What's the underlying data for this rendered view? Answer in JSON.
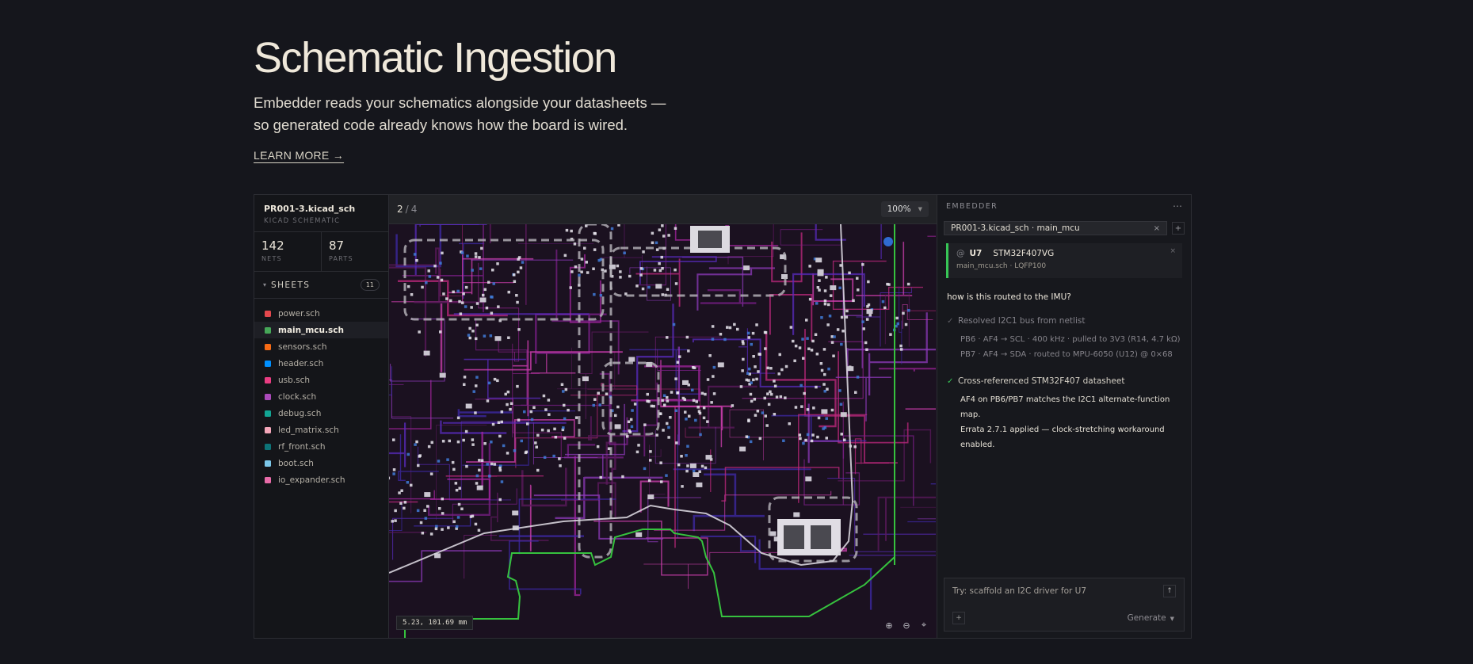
{
  "hero": {
    "title": "Schematic Ingestion",
    "subtitle_line1": "Embedder reads your schematics alongside your datasheets —",
    "subtitle_line2": "so generated code already knows how the board is wired.",
    "learn_more": "LEARN MORE →"
  },
  "file": {
    "name": "PR001-3.kicad_sch",
    "type": "KICAD SCHEMATIC",
    "nets_value": "142",
    "nets_label": "NETS",
    "parts_value": "87",
    "parts_label": "PARTS"
  },
  "sheets": {
    "title": "SHEETS",
    "count": "11",
    "items": [
      {
        "name": "power.sch",
        "color": "#e5484d"
      },
      {
        "name": "main_mcu.sch",
        "color": "#46a758",
        "active": true
      },
      {
        "name": "sensors.sch",
        "color": "#f76b15"
      },
      {
        "name": "header.sch",
        "color": "#0090ff"
      },
      {
        "name": "usb.sch",
        "color": "#e93d82"
      },
      {
        "name": "clock.sch",
        "color": "#ab4aba"
      },
      {
        "name": "debug.sch",
        "color": "#12a594"
      },
      {
        "name": "led_matrix.sch",
        "color": "#f4a7b9"
      },
      {
        "name": "rf_front.sch",
        "color": "#0d7377"
      },
      {
        "name": "boot.sch",
        "color": "#7cc7e8"
      },
      {
        "name": "io_expander.sch",
        "color": "#e86ba8"
      }
    ]
  },
  "viewer": {
    "page": "2",
    "total": "4",
    "zoom": "100%",
    "coords": "5.23, 101.69 mm"
  },
  "embedder": {
    "title": "EMBEDDER",
    "context": "PR001-3.kicad_sch · main_mcu",
    "chip": {
      "at": "@",
      "ref": "U7",
      "part": "STM32F407VG",
      "sub": "main_mcu.sch · LQFP100"
    },
    "question": "how is this routed to the IMU?",
    "step1": {
      "check": "✓",
      "title": "Resolved I2C1 bus from netlist",
      "lines": [
        "PB6 · AF4 → SCL · 400 kHz · pulled to 3V3 (R14, 4.7 kΩ)",
        "PB7 · AF4 → SDA · routed to MPU-6050 (U12) @ 0×68"
      ]
    },
    "step2": {
      "check": "✓",
      "title": "Cross-referenced STM32F407 datasheet",
      "lines": [
        "AF4 on PB6/PB7 matches the I2C1 alternate-function map.",
        "Errata 2.7.1 applied — clock-stretching workaround enabled."
      ]
    },
    "composer_placeholder": "Try: scaffold an I2C driver for U7",
    "generate": "Generate"
  },
  "colors": {
    "accent_green": "#37c556",
    "background": "#15161c"
  }
}
